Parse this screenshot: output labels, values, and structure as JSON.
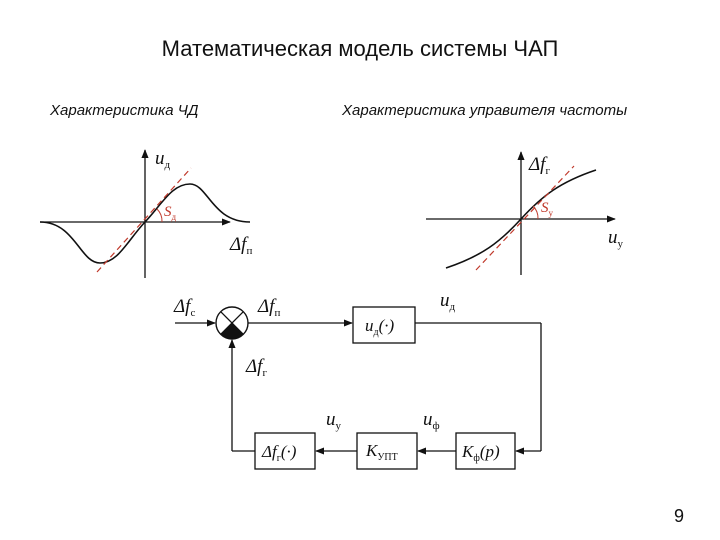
{
  "title": "Математическая модель системы ЧАП",
  "subtitles": {
    "left": "Характеристика ЧД",
    "right": "Характеристика управителя частоты"
  },
  "chart_left": {
    "y_axis": {
      "main": "u",
      "sub": "д"
    },
    "x_axis": {
      "main": "Δf",
      "sub": "п"
    },
    "slope": {
      "main": "S",
      "sub": "д"
    }
  },
  "chart_right": {
    "y_axis": {
      "main": "Δf",
      "sub": "г"
    },
    "x_axis": {
      "main": "u",
      "sub": "у"
    },
    "slope": {
      "main": "S",
      "sub": "у"
    }
  },
  "diagram": {
    "input_signal": {
      "main": "Δf",
      "sub": "с"
    },
    "error_signal": {
      "main": "Δf",
      "sub": "п"
    },
    "feedback_signal": {
      "main": "Δf",
      "sub": "г"
    },
    "discriminator_output": {
      "main": "u",
      "sub": "д"
    },
    "filter_output": {
      "main": "u",
      "sub": "ф"
    },
    "amplifier_output": {
      "main": "u",
      "sub": "у"
    },
    "blocks": {
      "discriminator": {
        "main": "u",
        "sub": "д",
        "arg": "(·)"
      },
      "filter": {
        "main": "K",
        "sub": "ф",
        "arg": "(p)"
      },
      "amplifier": {
        "main": "K",
        "sub": "УПТ"
      },
      "controller": {
        "main": "Δf",
        "sub": "г",
        "arg": "(·)"
      }
    }
  },
  "page_number": "9"
}
